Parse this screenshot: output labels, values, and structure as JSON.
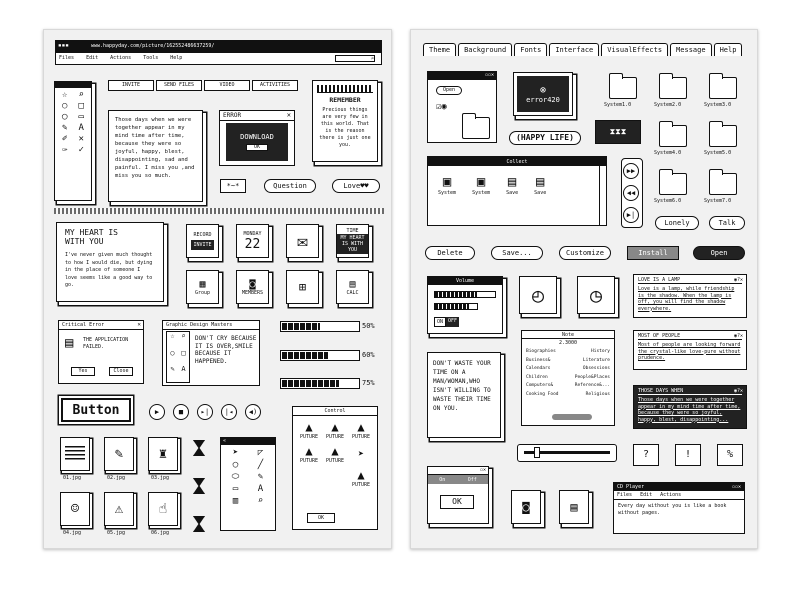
{
  "left": {
    "url": "www.happyday.com/picture/162552486637259/",
    "menu": [
      "Files",
      "Edit",
      "Actions",
      "Tools",
      "Help"
    ],
    "tabs": [
      "INVITE",
      "SEND FILES",
      "VIDEO",
      "ACTIVITIES"
    ],
    "note_text": "Those days when we were together appear in my mind time after time, because they were so joyful, happy, blest, disappointing, sad and painful. I miss you ,and miss you so much.",
    "error": {
      "title": "ERROR",
      "label": "DOWNLOAD",
      "ok": "OK"
    },
    "remember": {
      "title": "REMEMBER",
      "text": "Precious things are very few in this world. That is the reason there is just one you."
    },
    "bubbles": [
      "*~*",
      "Question",
      "Love♥♥"
    ],
    "heart": {
      "title": "MY HEART IS WITH YOU",
      "text": "I've never given much thought to how I would die, but dying in the place of someone I love seems like a good way to go."
    },
    "apps": {
      "record": "RECORD",
      "invite": "INVITE",
      "monday": "MONDAY",
      "day": "22",
      "time": "TIME",
      "time_text": "MY HEART IS WITH YOU",
      "group": "Group",
      "members": "MEMBERS",
      "calc": "CALC"
    },
    "critical": {
      "title": "Critical Error",
      "text": "THE APPLICATION FAILED.",
      "yes": "Yes",
      "close": "Close"
    },
    "graphic": {
      "title": "Graphic Design Masters",
      "text": "DON'T CRY BECAUSE IT IS OVER,SMILE BECAUSE IT HAPPENED."
    },
    "progress": [
      {
        "label": "50%",
        "value": 50
      },
      {
        "label": "60%",
        "value": 60
      },
      {
        "label": "75%",
        "value": 75
      }
    ],
    "button": "Button",
    "files": [
      "01.jpg",
      "02.jpg",
      "03.jpg",
      "04.jpg",
      "05.jpg",
      "06.jpg"
    ],
    "control": {
      "title": "Control",
      "pic": "PUTURE",
      "ok": "OK"
    }
  },
  "right": {
    "tabs": [
      "Theme",
      "Background",
      "Fonts",
      "Interface",
      "VisualEffects",
      "Message",
      "Help"
    ],
    "open": "Open",
    "error420": "error420",
    "happy": "(HAPPY LIFE)",
    "folders": [
      "System1.0",
      "System2.0",
      "System3.0",
      "System4.0",
      "System5.0",
      "System6.0",
      "System7.0"
    ],
    "collect": {
      "title": "Collect",
      "items": [
        "System",
        "System",
        "Save",
        "Save"
      ]
    },
    "lonely": "Lonely",
    "talk": "Talk",
    "buttons": [
      "Delete",
      "Save...",
      "Customize",
      "Install",
      "Open"
    ],
    "volume": {
      "title": "Volume",
      "on": "ON",
      "off": "OFF"
    },
    "lamp": {
      "title": "LOVE IS A LAMP",
      "text": "Love is a lamp, while friendship is the shadow. When the lamp is off, you will find the shadow everywhere."
    },
    "people": {
      "title": "MOST OF PEOPLE",
      "text": "Most of people are looking forward the crystal-like love-pure without prudence."
    },
    "days": {
      "title": "THOSE DAYS WHEN",
      "text": "Those days when we were together appear in my mind time after time, because they were so joyful, happy, blest, disappointing..."
    },
    "note": {
      "title": "Note",
      "sub": "2.3000",
      "rows": [
        [
          "Biographies",
          "History"
        ],
        [
          "Business&",
          "Literature"
        ],
        [
          "Calendars",
          "Obsessions"
        ],
        [
          "Children",
          "People&Places"
        ],
        [
          "Computers&",
          "Reference&..."
        ],
        [
          "Cooking Food",
          "Religious"
        ]
      ]
    },
    "waste": "DON'T WASTE YOUR TIME ON A MAN/WOMAN,WHO ISN'T WILLING TO WASTE THEIR TIME ON YOU.",
    "q_signs": [
      "?",
      "!",
      "%"
    ],
    "onoff": {
      "on": "On",
      "off": "Off",
      "ok": "OK"
    },
    "cd": {
      "title": "CD Player",
      "menu": [
        "Files",
        "Edit",
        "Actions"
      ],
      "text": "Every day without you is like a book without pages."
    }
  }
}
